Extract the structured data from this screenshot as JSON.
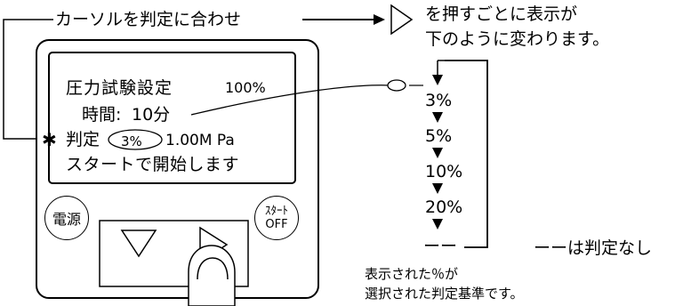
{
  "callouts": {
    "cursor_instruction": "カーソルを判定に合わせ",
    "press_line1": "を押すごとに表示が",
    "press_line2": "下のように変わります。",
    "none_note": "ーーは判定なし",
    "footer_line1": "表示された％が",
    "footer_line2": "選択された判定基準です。"
  },
  "display": {
    "title": "圧力試験設定",
    "percent": "100%",
    "time_label": "時間:",
    "time_value": "10分",
    "cursor_mark": "✱",
    "judge_label": "判定",
    "judge_value": "3%",
    "pressure": "1.00M Pa",
    "start_message": "スタートで開始します"
  },
  "buttons": {
    "power": "電源",
    "start_top": "ｽﾀｰﾄ",
    "start_bottom": "OFF"
  },
  "cycle": {
    "options": [
      "3%",
      "5%",
      "10%",
      "20%",
      "ーー"
    ]
  }
}
